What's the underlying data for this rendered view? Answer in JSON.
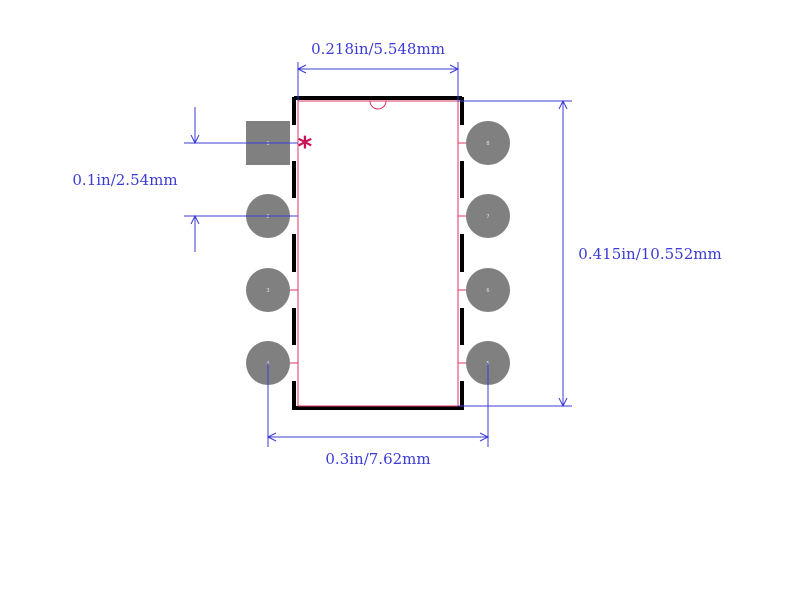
{
  "footprint": {
    "pin_numbers": [
      "1",
      "2",
      "3",
      "4",
      "5",
      "6",
      "7",
      "8"
    ],
    "pin1_marker": "*"
  },
  "dimensions": {
    "body_width": "0.218in/5.548mm",
    "pin_pitch": "0.1in/2.54mm",
    "body_length": "0.415in/10.552mm",
    "row_spacing": "0.3in/7.62mm"
  },
  "colors": {
    "dimension": "#3b3bd6",
    "outline": "#e0355f",
    "silkscreen": "#000000",
    "pad": "#808080",
    "pin1_marker": "#cc1155"
  }
}
